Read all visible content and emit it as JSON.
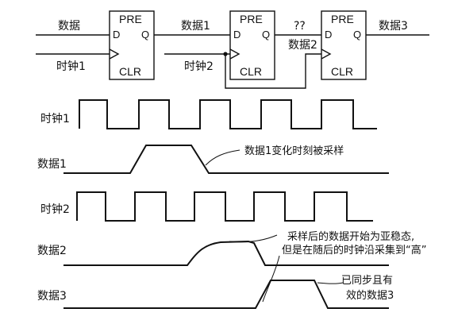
{
  "circuit": {
    "input_data_label": "数据",
    "clock1_label": "时钟1",
    "clock2_label": "时钟2",
    "data1_label": "数据1",
    "unknown_label": "??",
    "data2_label": "数据2",
    "data3_label": "数据3",
    "flipflop": {
      "pre": "PRE",
      "d": "D",
      "q": "Q",
      "clr": "CLR"
    }
  },
  "waveforms": {
    "clock1": "时钟1",
    "data1": "数据1",
    "clock2": "时钟2",
    "data2": "数据2",
    "data3": "数据3"
  },
  "annotations": {
    "sampled_change": "数据1变化时刻被采样",
    "metastable_line1": "采样后的数据开始为亚稳态,",
    "metastable_line2": "但是在随后的时钟沿采集到“高”",
    "valid_line1": "已同步且有",
    "valid_line2": "效的数据3"
  }
}
